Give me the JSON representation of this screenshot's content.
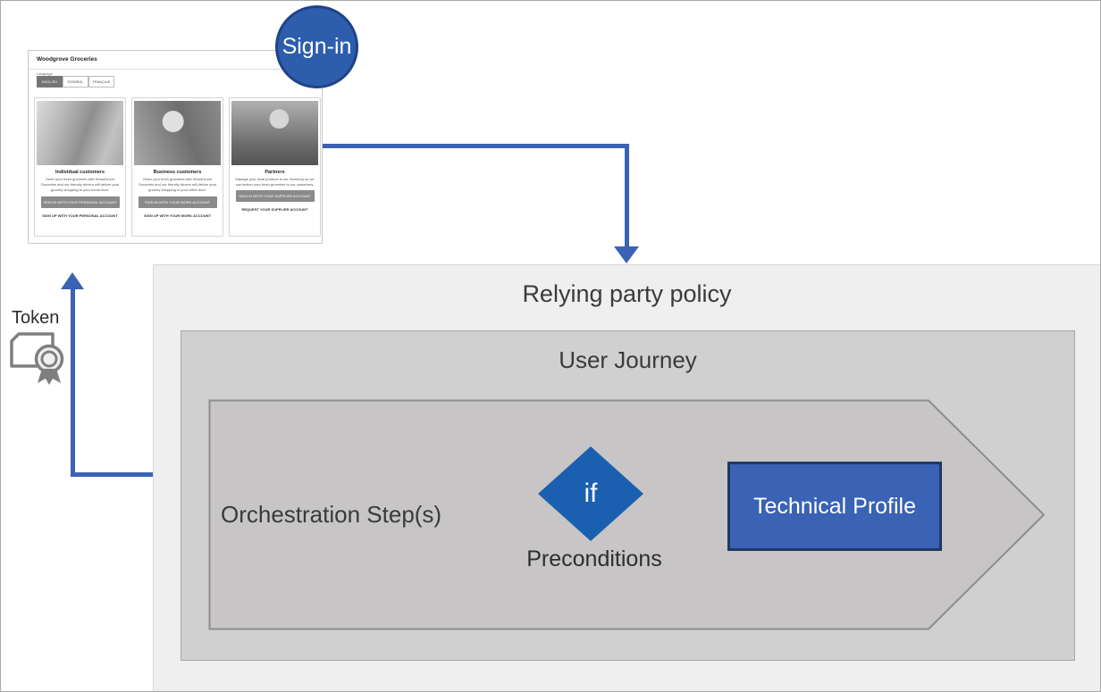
{
  "diagram": {
    "signin_label": "Sign-in",
    "token_label": "Token",
    "relying_party_title": "Relying party policy",
    "user_journey_title": "User Journey",
    "orchestration_label": "Orchestration Step(s)",
    "if_label": "if",
    "preconditions_label": "Preconditions",
    "technical_profile_label": "Technical Profile"
  },
  "browser": {
    "title": "Woodgrove Groceries",
    "language_label": "Language",
    "language_tabs": [
      {
        "label": "ENGLISH",
        "active": true
      },
      {
        "label": "ESPAÑOL",
        "active": false
      },
      {
        "label": "FRANÇAIS",
        "active": false
      }
    ],
    "cards": [
      {
        "title": "Individual customers",
        "description": "Order your fresh groceries with WoodGrove Groceries and our friendly drivers will deliver your grocery shopping to your home door.",
        "button": "SIGN IN WITH YOUR PERSONAL ACCOUNT",
        "link": "SIGN UP WITH YOUR PERSONAL ACCOUNT"
      },
      {
        "title": "Business customers",
        "description": "Order your fresh groceries with WoodGrove Groceries and our friendly drivers will deliver your grocery shopping to your office door.",
        "button": "SIGN IN WITH YOUR WORK ACCOUNT",
        "link": "SIGN UP WITH YOUR WORK ACCOUNT"
      },
      {
        "title": "Partners",
        "description": "Manage your local produce in our inventory so we can deliver your fresh groceries to our customers.",
        "button": "SIGN IN WITH YOUR SUPPLIER ACCOUNT",
        "link": "REQUEST YOUR SUPPLIER ACCOUNT"
      }
    ]
  },
  "colors": {
    "arrow_blue": "#3A62B5",
    "signin_circle_fill": "#2D5DAD",
    "signin_circle_border": "#1F4387",
    "if_diamond_fill": "#1B60B0",
    "technical_profile_fill": "#3A62B5",
    "technical_profile_border": "#1F3864",
    "relying_party_box_fill": "#EFEFEF",
    "user_journey_box_fill": "#D0D0D0",
    "chevron_fill": "#C7C5C5",
    "chevron_border": "#8D8D8D",
    "token_icon_gray": "#7F7F7F"
  }
}
